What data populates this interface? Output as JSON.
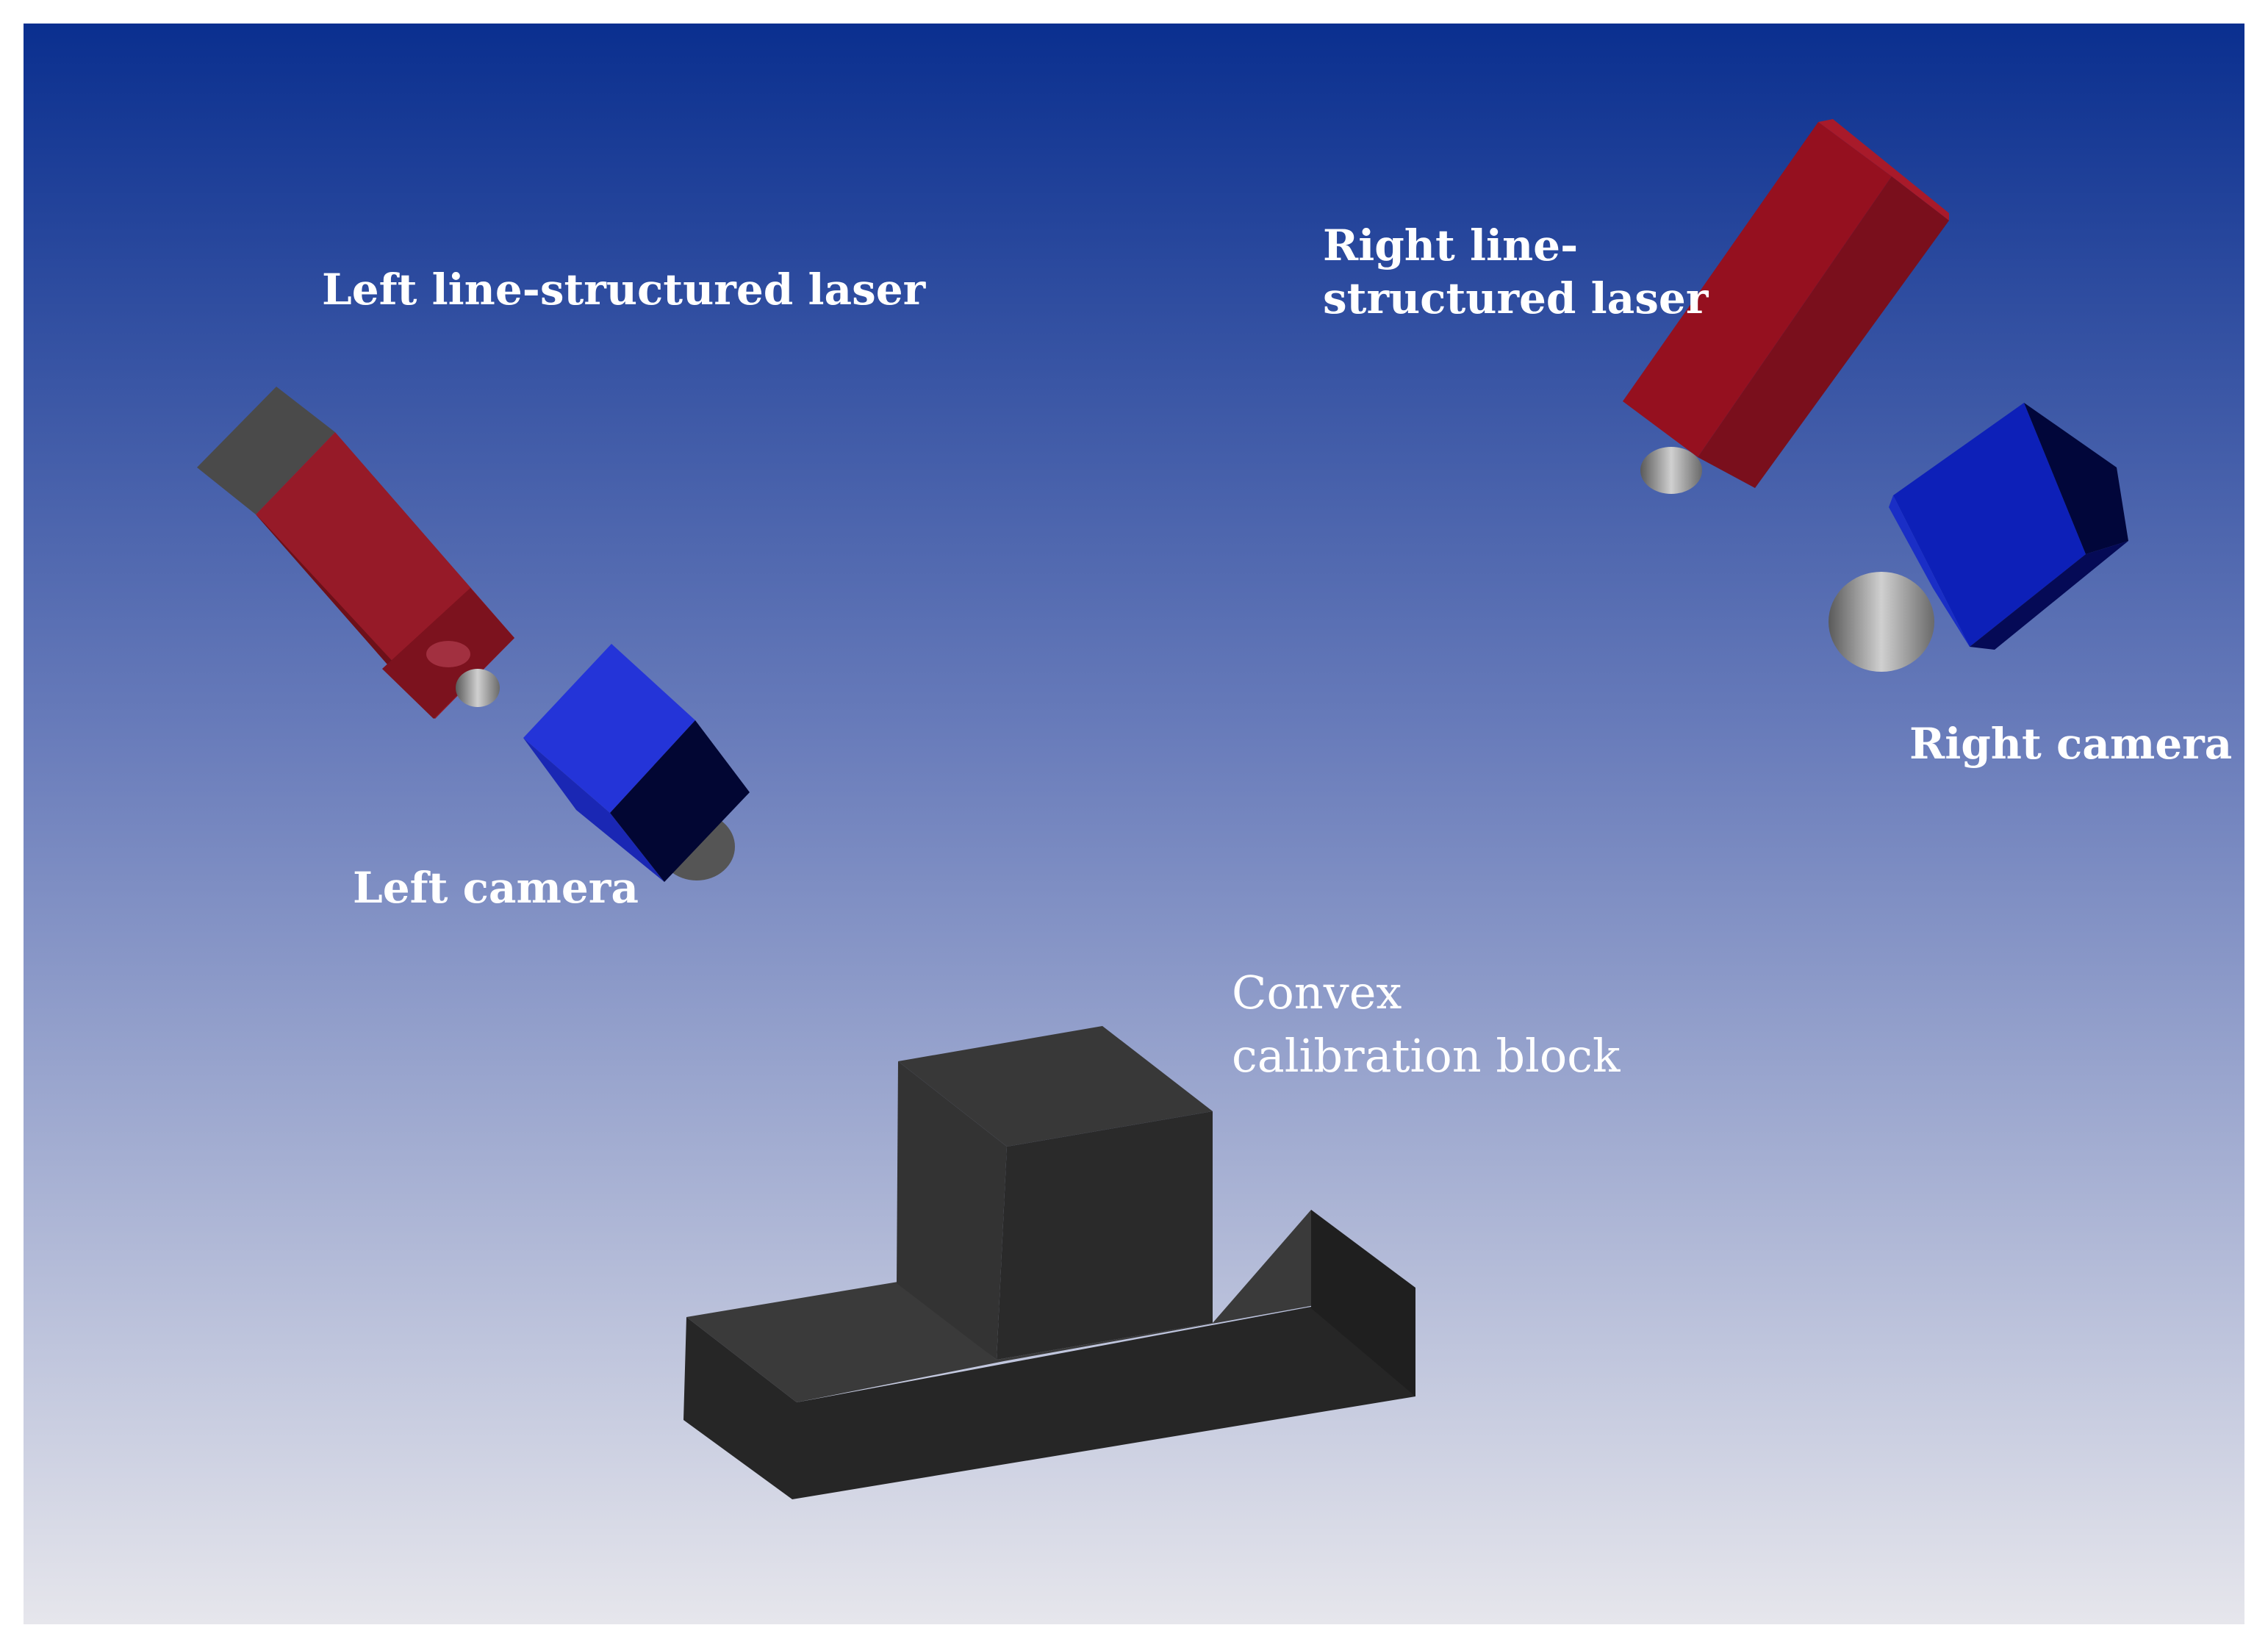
{
  "labels": {
    "left_laser": "Left line-structured laser",
    "right_laser_line1": "Right line-",
    "right_laser_line2": "structured laser",
    "left_camera": "Left camera",
    "right_camera": "Right camera",
    "block_line1": "Convex",
    "block_line2": "calibration block"
  },
  "colors": {
    "background_top": "#0a2f8f",
    "background_mid": "#7f8fc2",
    "background_bottom": "#e4e4ea",
    "laser_body": "#8b1522",
    "camera_body": "#1f2fd1",
    "block": "#2a2a2a",
    "lens": "#9a9a9a"
  }
}
